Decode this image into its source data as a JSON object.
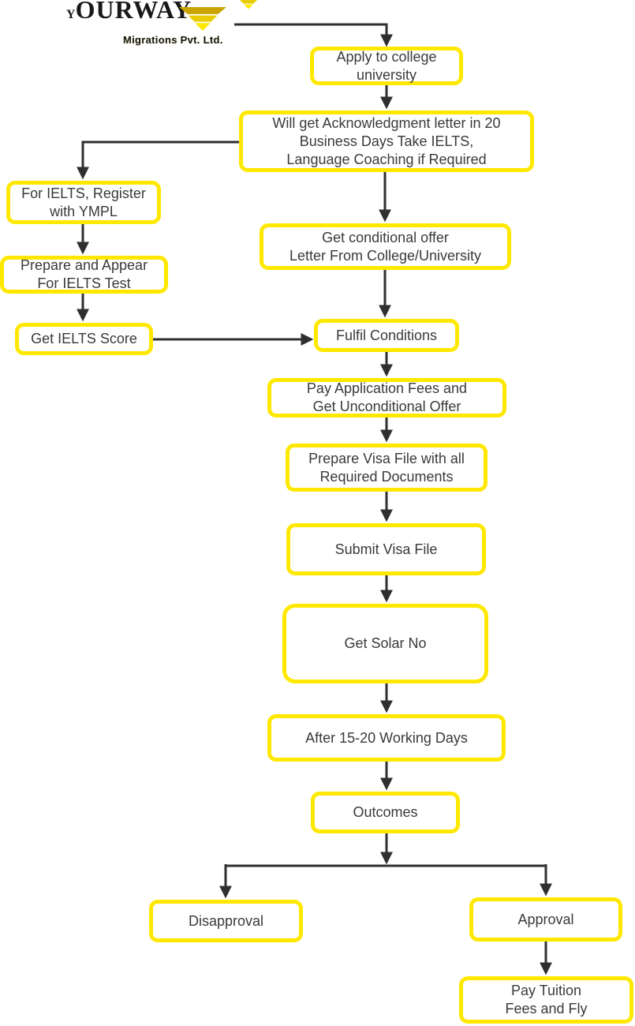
{
  "logo": {
    "brand_initial": "Y",
    "brand_rest": "OURWAY",
    "subtitle": "Migrations Pvt. Ltd."
  },
  "colors": {
    "box_border": "#ffe800",
    "box_background": "#ffffff",
    "box_text": "#3a3a3a",
    "connector": "#2f2f2f",
    "logo_text": "#181818",
    "logo_funnel_bright": "#ffe800",
    "logo_funnel_dark": "#c7a400"
  },
  "nodes": [
    {
      "id": "apply-college",
      "label": "Apply to college\nuniversity"
    },
    {
      "id": "acknowledgment",
      "label": "Will get Acknowledgment letter in 20\nBusiness Days Take IELTS,\nLanguage Coaching if Required"
    },
    {
      "id": "ielts-register",
      "label": "For IELTS, Register\nwith YMPL"
    },
    {
      "id": "ielts-prepare",
      "label": "Prepare and Appear\nFor IELTS Test"
    },
    {
      "id": "ielts-score",
      "label": "Get IELTS Score"
    },
    {
      "id": "conditional-offer",
      "label": "Get conditional offer\nLetter From College/University"
    },
    {
      "id": "fulfil-conditions",
      "label": "Fulfil Conditions"
    },
    {
      "id": "application-fees",
      "label": "Pay Application Fees and\nGet Unconditional Offer"
    },
    {
      "id": "prepare-visa-file",
      "label": "Prepare Visa File with all\nRequired Documents"
    },
    {
      "id": "submit-visa-file",
      "label": "Submit Visa File"
    },
    {
      "id": "get-solar-no",
      "label": "Get Solar No"
    },
    {
      "id": "working-days",
      "label": "After 15-20 Working Days"
    },
    {
      "id": "outcomes",
      "label": "Outcomes"
    },
    {
      "id": "disapproval",
      "label": "Disapproval"
    },
    {
      "id": "approval",
      "label": "Approval"
    },
    {
      "id": "pay-tuition",
      "label": "Pay Tuition\nFees and Fly"
    }
  ]
}
